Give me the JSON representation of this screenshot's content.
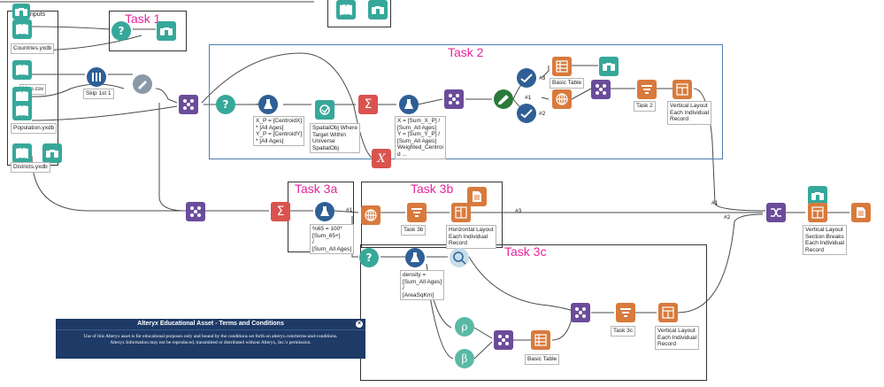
{
  "containers": {
    "inputs": "Inputs",
    "task1": "Task 1",
    "task2": "Task 2",
    "task3a": "Task 3a",
    "task3b": "Task 3b",
    "task3c": "Task 3c"
  },
  "labels": {
    "countries": "Countries.yxdb",
    "map": "Map.csv",
    "population": "Population.yxdb",
    "districts": "Districts.yxdb",
    "skip": "Skip 1st 1",
    "formula_xp": "X_P = [CentroidX]\n* [All Ages]\nY_P = [CentroidY]\n* [All Ages]",
    "spatial_where": "SpatialObj Where\nTarget Within\nUniverse\nSpatialObj",
    "formula_x": "X = [Sum_X_P] /\n[Sum_All Ages]\nY = [Sum_Y_P] /\n[Sum_All Ages]\nWeighted_Centroi\nd ...",
    "basic_table_2": "Basic Table",
    "task2_report": "Task 2",
    "vertical_layout_2": "Vertical Layout\nEach Individual\nRecord",
    "formula_65": "%65 = 100*\n[Sum_65+]\n/\n[Sum_All Ages]",
    "task3b_report": "Task 3b",
    "horizontal_layout": "Horizontal Layout\nEach Individual\nRecord",
    "density": "density =\n[Sum_All Ages]\n/\n[AreaSqKm]",
    "task3c_report": "Task 3c",
    "vertical_layout_3c": "Vertical Layout\nEach Individual\nRecord",
    "basic_table_3c": "Basic Table",
    "vertical_layout_final": "Vertical Layout\nSection Breaks\nEach Individual\nRecord"
  },
  "wire_labels": {
    "hash1_a": "#1",
    "hash2_a": "#2",
    "hash3_a": "#3",
    "hash1_b": "#1",
    "hash1_c": "#1",
    "hash2_c": "#2",
    "hash1_d": "#1",
    "hash3_d": "#3"
  },
  "banner": {
    "title": "Alteryx Educational Asset - Terms and Conditions",
    "line1": "Use of this Alteryx asset is for educational purposes only and bound by the conditions set forth on alteryx.com/terms-and-conditions.",
    "line2": "Alteryx Information may not be reproduced, transmitted or distributed without Alteryx, Inc.'s permission."
  },
  "colors": {
    "input_output": "#36a89a",
    "join": "#6b4c9a",
    "reporting": "#d87a3c",
    "preparation": "#2f5f95",
    "summarize": "#d9534f",
    "annotation": "#e4249b"
  }
}
